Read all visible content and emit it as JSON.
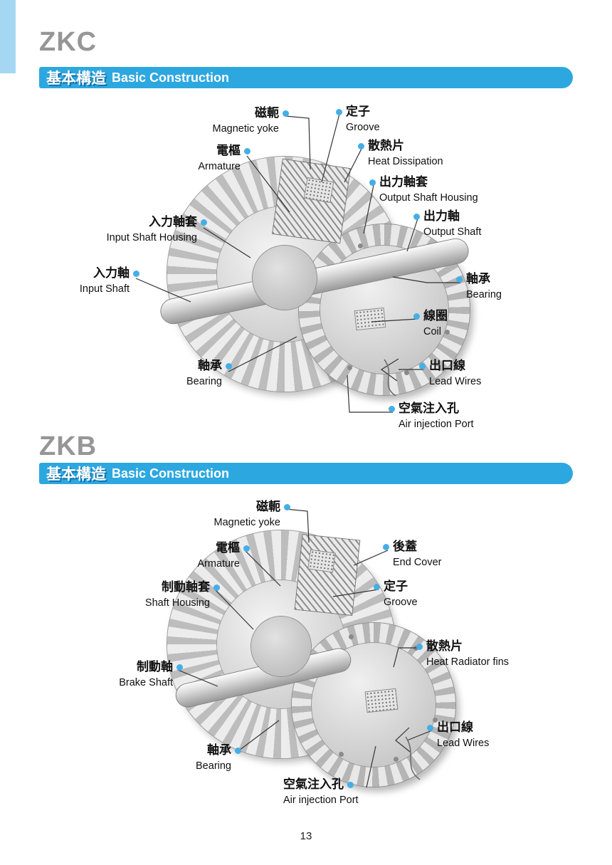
{
  "page": {
    "number": "13"
  },
  "colors": {
    "banner_blue": "#2da7e0",
    "banner_shadow": "#0e6ea8",
    "dot_blue": "#45aee6",
    "accent_bar": "#a6d7f2",
    "line_color": "#333333",
    "title_gray": "#969696"
  },
  "sections": [
    {
      "model": "ZKC",
      "banner": {
        "zh": "基本構造",
        "en": "Basic Construction"
      },
      "labels": [
        {
          "zh": "磁軛",
          "en": "Magnetic yoke"
        },
        {
          "zh": "定子",
          "en": "Groove"
        },
        {
          "zh": "電樞",
          "en": "Armature"
        },
        {
          "zh": "散熱片",
          "en": "Heat Dissipation"
        },
        {
          "zh": "出力軸套",
          "en": "Output Shaft Housing"
        },
        {
          "zh": "出力軸",
          "en": "Output Shaft"
        },
        {
          "zh": "入力軸套",
          "en": "Input Shaft Housing"
        },
        {
          "zh": "入力軸",
          "en": "Input Shaft"
        },
        {
          "zh": "軸承",
          "en": "Bearing"
        },
        {
          "zh": "線圈",
          "en": "Coil"
        },
        {
          "zh": "軸承",
          "en": "Bearing"
        },
        {
          "zh": "出口線",
          "en": "Lead Wires"
        },
        {
          "zh": "空氣注入孔",
          "en": "Air injection Port"
        }
      ]
    },
    {
      "model": "ZKB",
      "banner": {
        "zh": "基本構造",
        "en": "Basic Construction"
      },
      "labels": [
        {
          "zh": "磁軛",
          "en": "Magnetic yoke"
        },
        {
          "zh": "電樞",
          "en": "Armature"
        },
        {
          "zh": "後蓋",
          "en": "End Cover"
        },
        {
          "zh": "制動軸套",
          "en": "Shaft Housing"
        },
        {
          "zh": "定子",
          "en": "Groove"
        },
        {
          "zh": "制動軸",
          "en": "Brake Shaft"
        },
        {
          "zh": "散熱片",
          "en": "Heat Radiator fins"
        },
        {
          "zh": "軸承",
          "en": "Bearing"
        },
        {
          "zh": "出口線",
          "en": "Lead Wires"
        },
        {
          "zh": "空氣注入孔",
          "en": "Air injection Port"
        }
      ]
    }
  ]
}
